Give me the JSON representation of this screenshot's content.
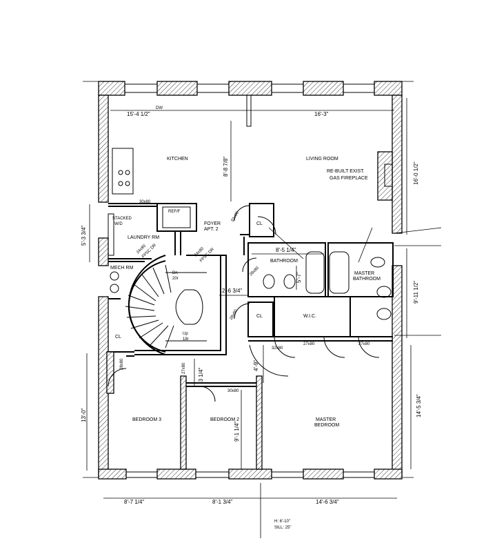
{
  "rooms": {
    "kitchen": "KITCHEN",
    "living_room": "LIVING ROOM",
    "fireplace_1": "RE-BUILT EXIST.",
    "fireplace_2": "GAS FIREPLACE",
    "stacked_1": "STACKED",
    "stacked_2": "W/D",
    "laundry": "LAUNDRY RM",
    "mech": "MECH RM",
    "refr": "REF/F",
    "foyer_1": "FOYER",
    "foyer_2": "APT. 2",
    "cl_top": "CL",
    "cl_mid": "CL",
    "cl_left": "CL",
    "bathroom": "BATHROOM",
    "master_bath_1": "MASTER",
    "master_bath_2": "BATHROOM",
    "wic": "W.I.C.",
    "bedroom3": "BEDROOM 3",
    "bedroom2": "BEDROOM 2",
    "master_bed_1": "MASTER",
    "master_bed_2": "BEDROOM"
  },
  "stairs": {
    "dn": "Dn",
    "dn_count": "20r",
    "up": "Up",
    "up_count": "18r"
  },
  "annotations": {
    "dw": "DW",
    "shaft_1": "24x80",
    "shaft_2": "FPSC DR",
    "stair_door_1": "34x80",
    "stair_door_2": "FPSC DR",
    "sill_1": "H: 6'-10\"",
    "sill_2": "SILL: 25\""
  },
  "doors": {
    "laundry": "30x80",
    "closet_top": "32x80",
    "bath": "28x80",
    "closet_mid": "28x80",
    "wic_left": "27x80",
    "wic_right": "27x80",
    "hall": "32x80",
    "bed3": "28x80",
    "bed2_side": "27x80",
    "bed2_top": "30x80"
  },
  "dimensions": {
    "top_left": "15'-4 1/2\"",
    "top_right": "16'-3\"",
    "kitchen_depth": "8'-8 7/8\"",
    "right_top": "16'-0 1/2\"",
    "left_upper": "5'-3 3/4\"",
    "bath_width": "8'-5 1/4\"",
    "tub_length": "5'-7\"",
    "right_mid": "9'-11 1/2\"",
    "foyer_width": "2'-6 3/4\"",
    "hall_left": "-3 1/4\"",
    "hall_right": "4'-9\"",
    "left_lower": "13'-0\"",
    "bed2_depth": "9'-1 1/4\"",
    "right_lower": "14'-5 3/4\"",
    "bottom_1": "8'-7 1/4\"",
    "bottom_2": "8'-1 3/4\"",
    "bottom_3": "14'-6 3/4\""
  }
}
